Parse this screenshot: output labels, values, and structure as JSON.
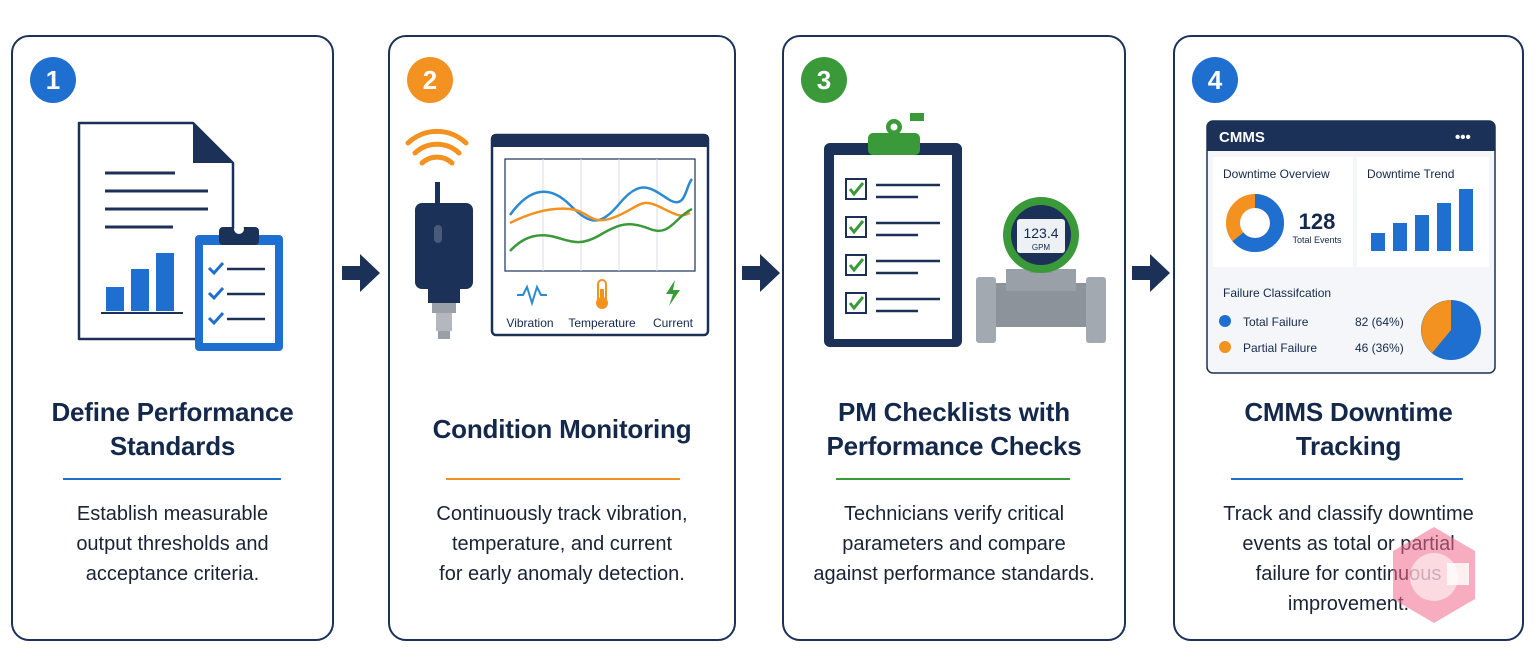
{
  "steps": [
    {
      "number": "1",
      "title": "Define Performance\nStandards",
      "description": "Establish measurable\noutput thresholds and\nacceptance criteria.",
      "color": "#1f6fd1"
    },
    {
      "number": "2",
      "title": "Condition Monitoring",
      "description": "Continuously track vibration,\ntemperature, and current\nfor early anomaly detection.",
      "color": "#f39221",
      "sensor_labels": [
        "Vibration",
        "Temperature",
        "Current"
      ]
    },
    {
      "number": "3",
      "title": "PM Checklists with\nPerformance Checks",
      "description": "Technicians verify critical\nparameters and compare\nagainst performance standards.",
      "color": "#3a9a3a",
      "meter_value": "123.4",
      "meter_unit": "GPM"
    },
    {
      "number": "4",
      "title": "CMMS Downtime\nTracking",
      "description": "Track and classify downtime\nevents as total or partial\nfailure for continuous\nimprovement.",
      "color": "#1f6fd1",
      "dashboard": {
        "app_title": "CMMS",
        "menu_glyph": "•••",
        "overview_title": "Downtime Overview",
        "total_value": "128",
        "total_label": "Total Events",
        "trend_title": "Downtime Trend",
        "classification_title": "Failure Classifcation",
        "rows": [
          {
            "label": "Total Failure",
            "value": "82 (64%)",
            "color": "#1f6fd1",
            "share": 0.64
          },
          {
            "label": "Partial Failure",
            "value": "46 (36%)",
            "color": "#f39221",
            "share": 0.36
          }
        ]
      }
    }
  ],
  "icons": {
    "arrows": "arrow-right-icon"
  }
}
